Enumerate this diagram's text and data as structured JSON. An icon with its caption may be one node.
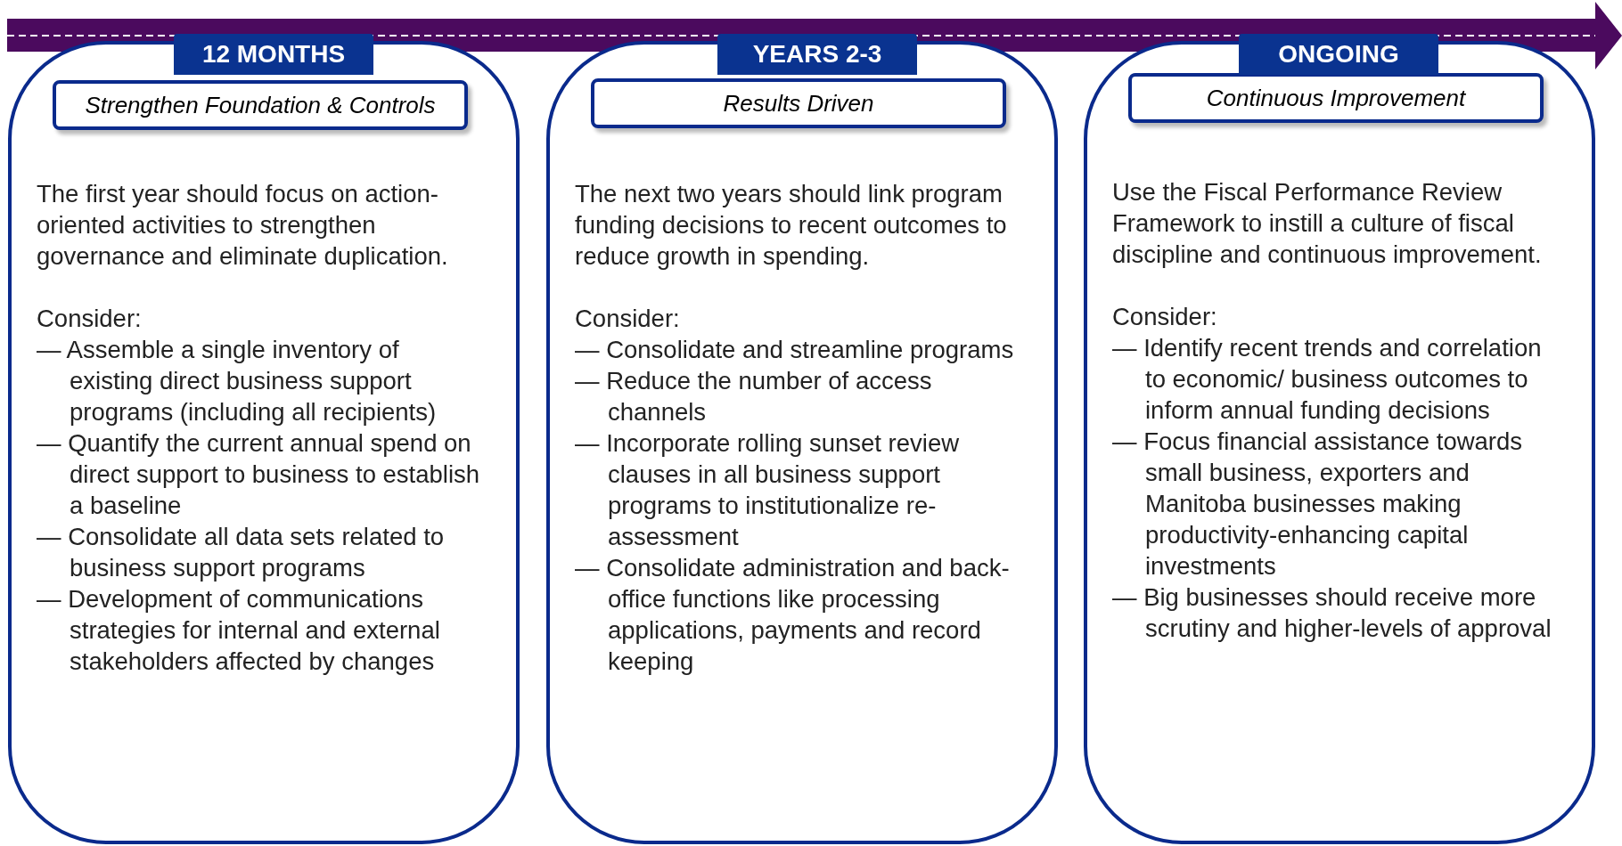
{
  "diagram": {
    "nodes": [
      {
        "text": [
          "The first year should focus on action-oriented activities to strengthen governance and eliminate duplication.",
          "Consider:",
          "— Assemble a single inventory of existing direct business support programs (including all recipients)",
          "— Quantify the current annual spend on direct support to business to establish a baseline",
          "— Consolidate all data sets related to business support programs",
          "— Development of communications strategies for internal and external stakeholders affected by changes"
        ]
      },
      {
        "text": [
          "12 MONTHS"
        ]
      },
      {
        "text": [
          "Strengthen Foundation & Controls"
        ],
        "in": 0
      },
      {
        "text": [
          "The next two years should link program funding decisions to recent outcomes to reduce growth in spending.",
          "Consider:",
          "— Consolidate and streamline programs",
          "— Reduce the number of access channels",
          "— Incorporate rolling sunset review clauses in all business support programs to institutionalize re-assessment",
          "— Consolidate administration and back-office functions like processing applications, payments and record keeping"
        ]
      },
      {
        "text": [
          "YEARS 2-3"
        ]
      },
      {
        "text": [
          "Results Driven"
        ],
        "in": 3
      },
      {
        "text": [
          "Use the Fiscal Performance Review Framework to instill a culture of fiscal discipline and continuous improvement.",
          "Consider:",
          "— Identify recent trends and correlation to economic/ business outcomes to inform annual funding decisions",
          "— Focus financial assistance towards small business, exporters and Manitoba businesses making productivity-enhancing capital investments",
          "— Big businesses should receive more scrutiny and higher-levels of approval"
        ]
      },
      {
        "text": [
          "ONGOING"
        ]
      },
      {
        "text": [
          "Continuous Improvement"
        ],
        "in": 6
      }
    ],
    "edges": []
  }
}
